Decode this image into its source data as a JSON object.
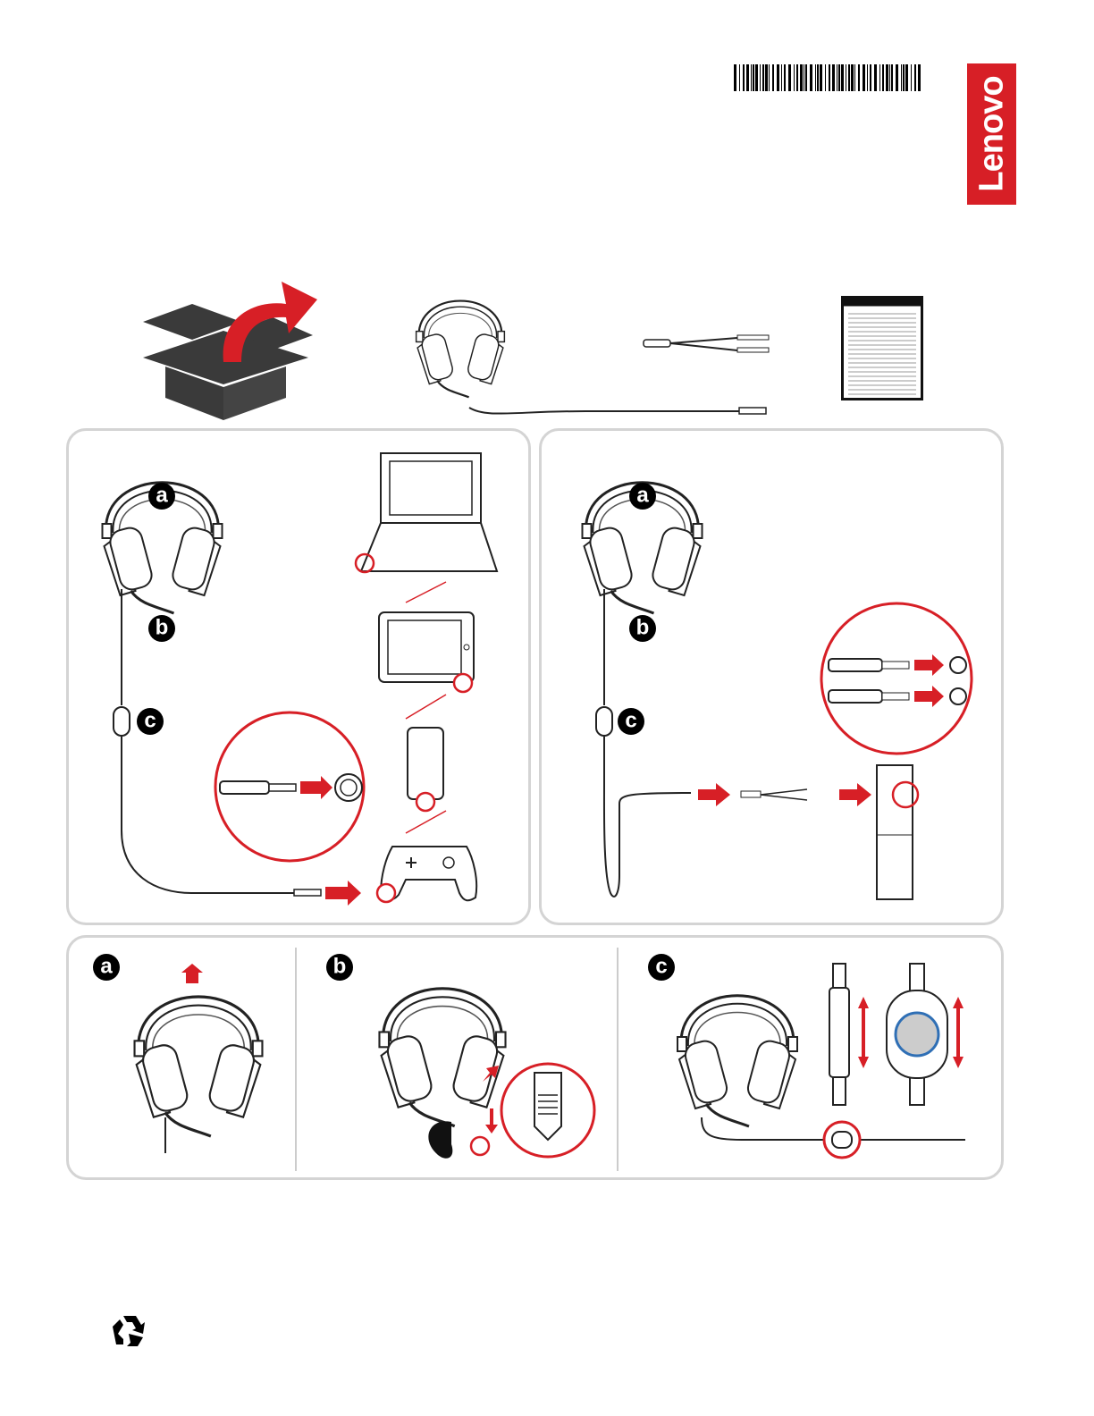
{
  "brand": {
    "logo_text": "Lenovo",
    "color": "#d71f26"
  },
  "accent_color": "#d71f26",
  "step_labels": {
    "a": "a",
    "b": "b",
    "c": "c"
  },
  "icons": [
    "barcode-icon",
    "box-open-icon",
    "headset-icon",
    "y-splitter-cable-icon",
    "manual-icon",
    "laptop-icon",
    "tablet-icon",
    "phone-icon",
    "gamepad-icon",
    "desktop-tower-icon",
    "recycle-icon"
  ]
}
